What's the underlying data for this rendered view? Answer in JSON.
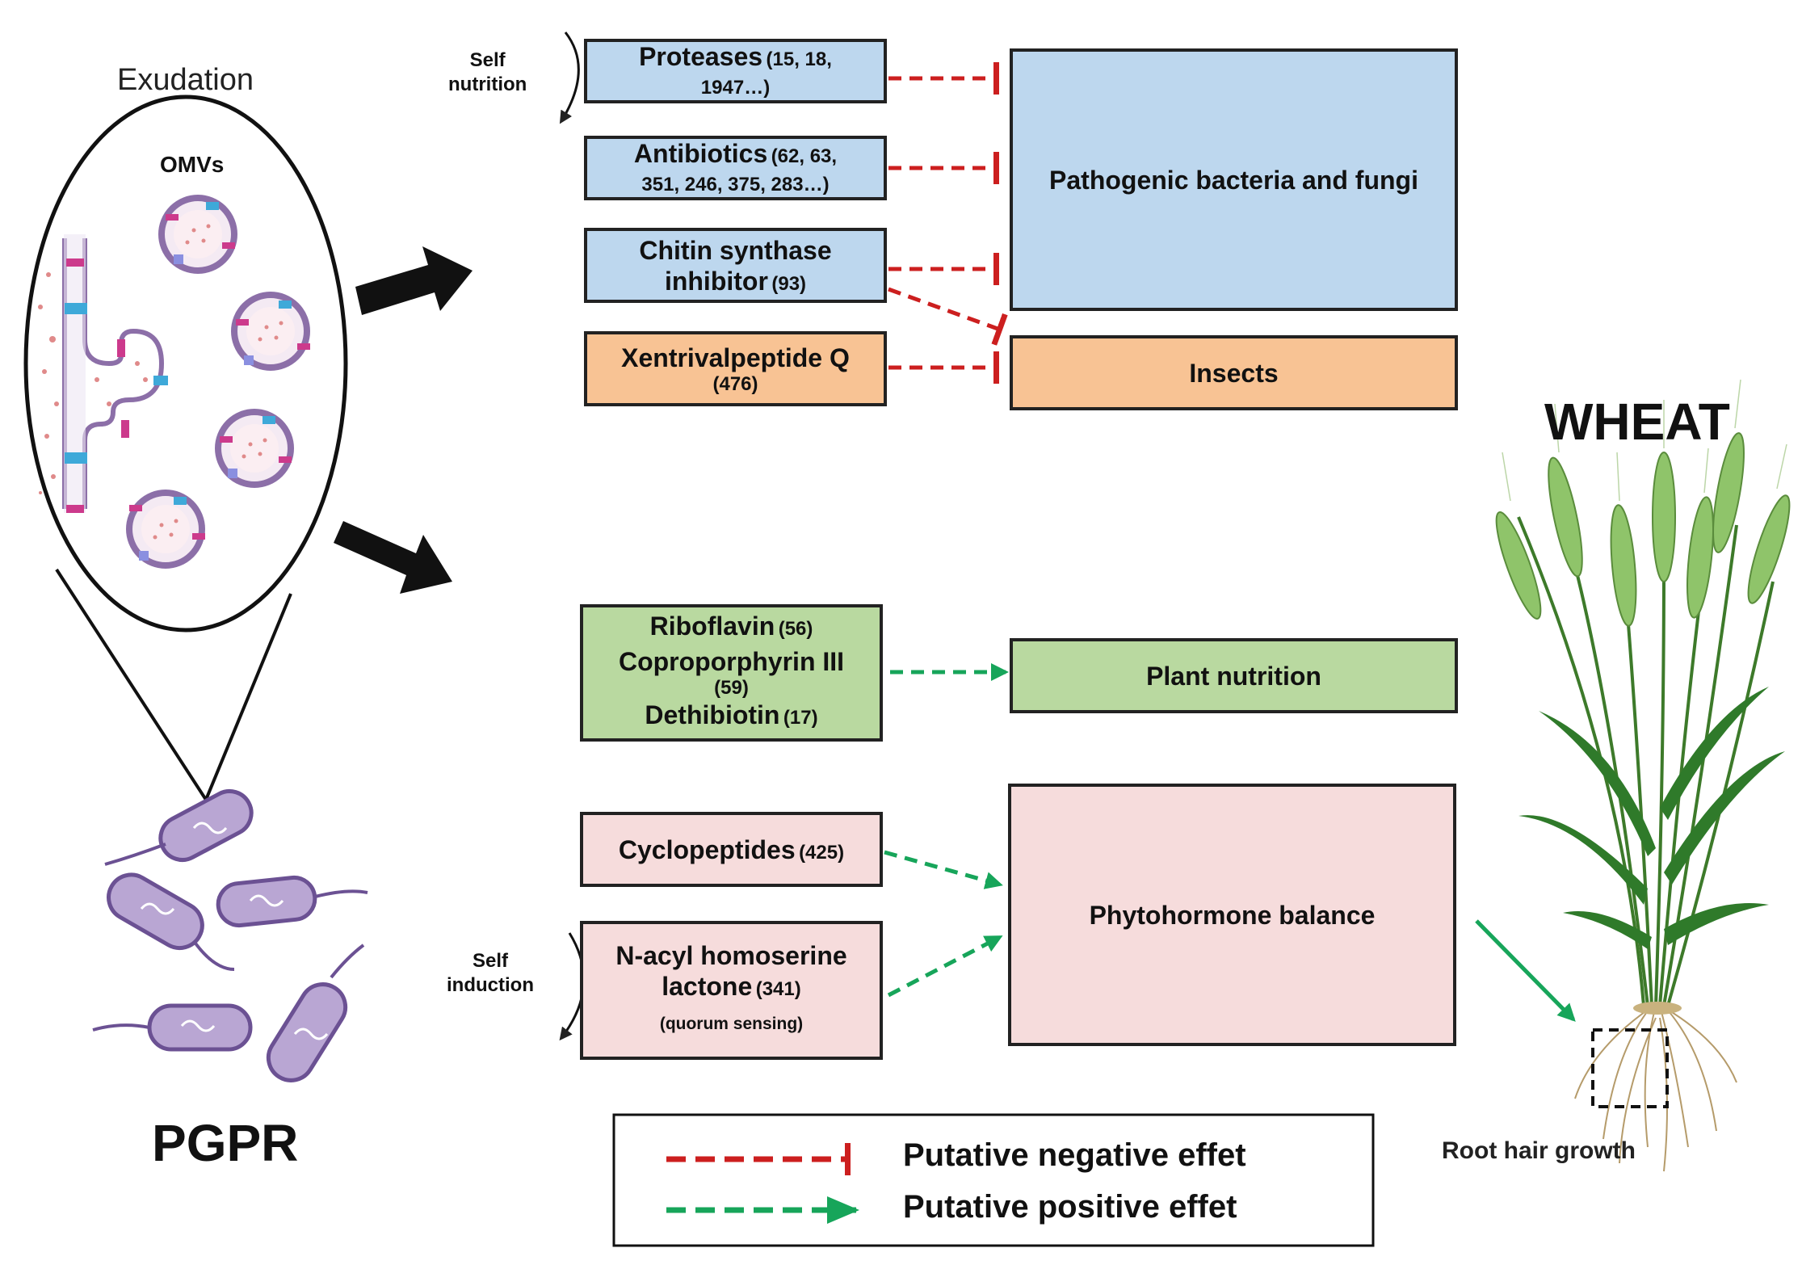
{
  "exudation": "Exudation",
  "omvs": "OMVs",
  "pgpr": "PGPR",
  "wheat": "WHEAT",
  "root_hair": "Root hair growth",
  "self_nutrition": [
    "Self",
    "nutrition"
  ],
  "self_induction": [
    "Self",
    "induction"
  ],
  "boxes": {
    "proteases": {
      "name": "Proteases",
      "ref1": "(15, 18,",
      "ref2": "1947…)"
    },
    "antibiotics": {
      "name": "Antibiotics",
      "ref1": "(62, 63,",
      "ref2": "351, 246, 375, 283…)"
    },
    "chitin": {
      "line1": "Chitin synthase",
      "line2": "inhibitor",
      "ref": "(93)"
    },
    "xentrival": {
      "name": "Xentrivalpeptide Q",
      "ref": "(476)"
    },
    "riboflavin": {
      "name": "Riboflavin",
      "ref": "(56)"
    },
    "copro": {
      "name": "Coproporphyrin III",
      "ref": "(59)"
    },
    "dethi": {
      "name": "Dethibiotin",
      "ref": "(17)"
    },
    "cyclo": {
      "name": "Cyclopeptides",
      "ref": "(425)"
    },
    "nacyl": {
      "line1": "N-acyl homoserine",
      "line2": "lactone",
      "ref": "(341)",
      "note": "(quorum sensing)"
    }
  },
  "targets": {
    "pathogenic": "Pathogenic bacteria and fungi",
    "insects": "Insects",
    "plant_nutrition": "Plant nutrition",
    "phytohormone": "Phytohormone balance"
  },
  "legend": {
    "negative": "Putative negative effet",
    "positive": "Putative positive effet"
  },
  "colors": {
    "negative": "#cc1f1f",
    "positive": "#17a55a",
    "blue_box": "#bdd7ee",
    "orange_box": "#f8c394",
    "green_box": "#b9d9a0",
    "pink_box": "#f6dcdc"
  }
}
